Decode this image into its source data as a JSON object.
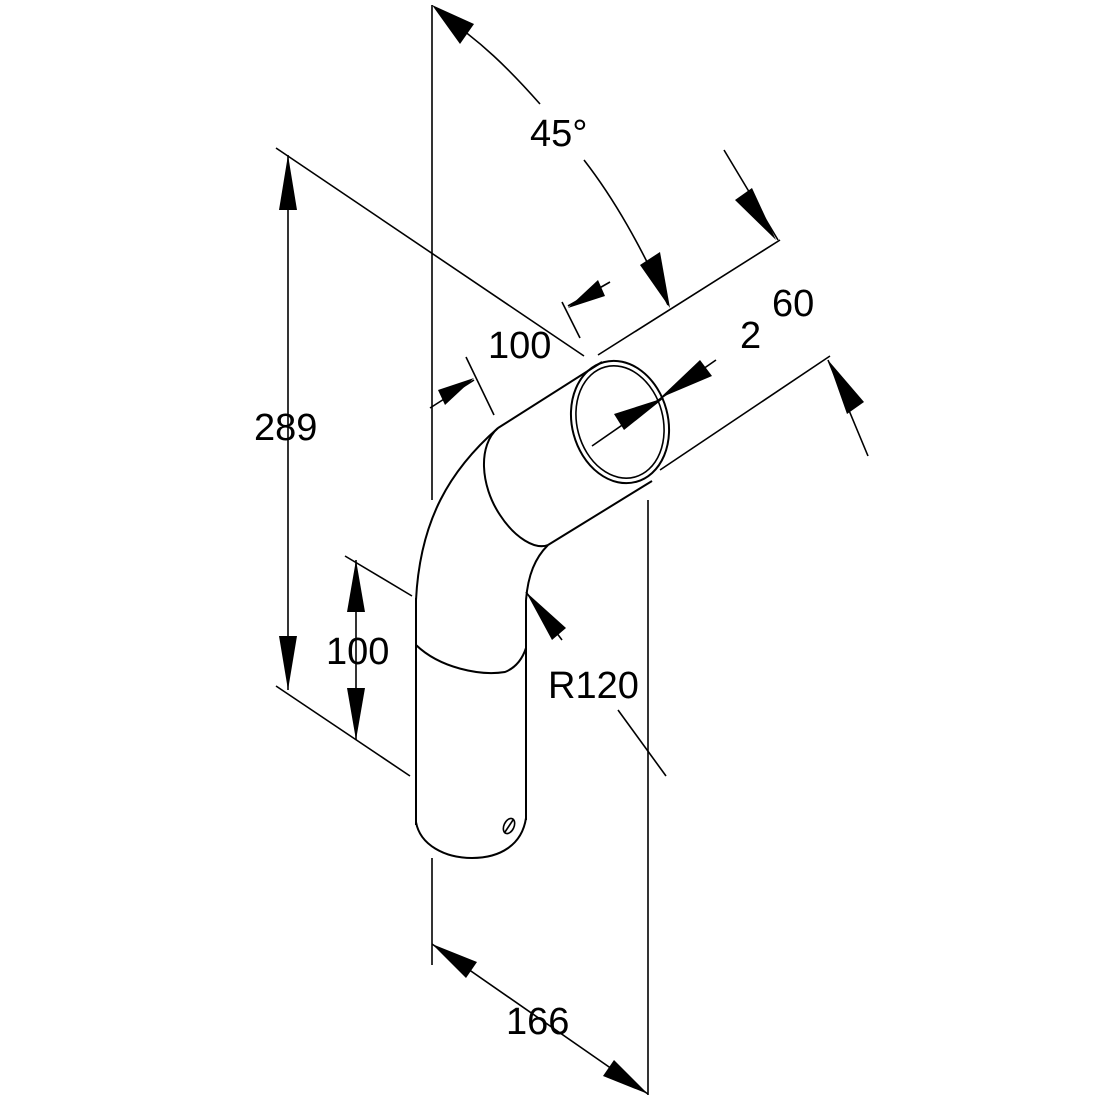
{
  "dimensions": {
    "angle": "45°",
    "height_total": "289",
    "length_lower": "100",
    "length_upper": "100",
    "wall_thickness": "2",
    "diameter": "60",
    "radius": "R120",
    "width": "166"
  }
}
